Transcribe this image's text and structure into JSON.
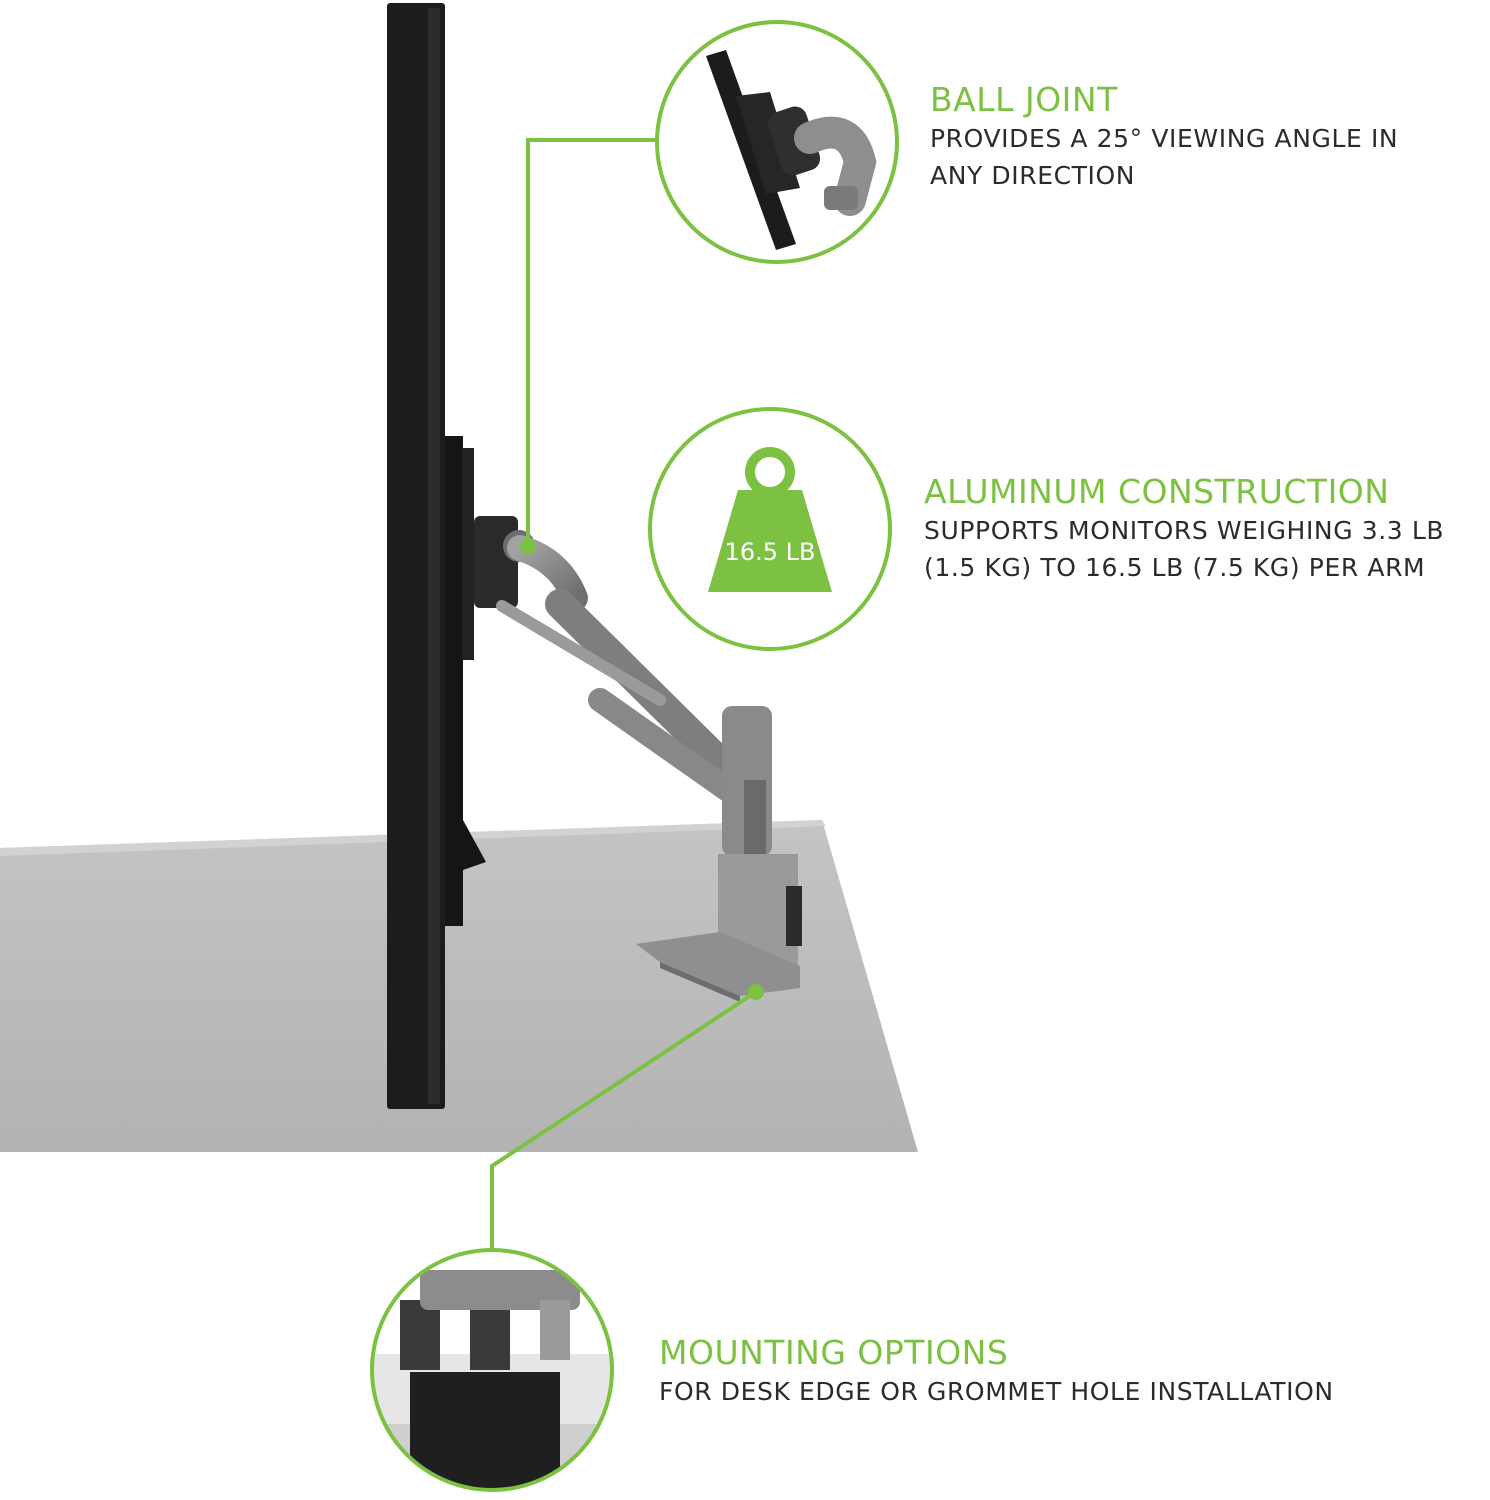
{
  "colors": {
    "accent": "#7cc142",
    "text": "#2b2b2b",
    "monitor": "#1c1c1c",
    "desk": "#b9b9b9",
    "arm": "#8a8a8a"
  },
  "features": {
    "ball_joint": {
      "title": "BALL JOINT",
      "desc_lines": [
        "PROVIDES A 25° VIEWING ANGLE IN",
        "ANY DIRECTION"
      ]
    },
    "aluminum": {
      "title": "ALUMINUM CONSTRUCTION",
      "desc_lines": [
        "SUPPORTS MONITORS WEIGHING 3.3 LB",
        "(1.5 KG) TO 16.5 LB (7.5 KG) PER ARM"
      ],
      "weight_label": "16.5 LB",
      "icon": "weight-icon"
    },
    "mounting": {
      "title": "MOUNTING OPTIONS",
      "desc_lines": [
        "FOR DESK EDGE OR GROMMET HOLE INSTALLATION"
      ]
    }
  }
}
